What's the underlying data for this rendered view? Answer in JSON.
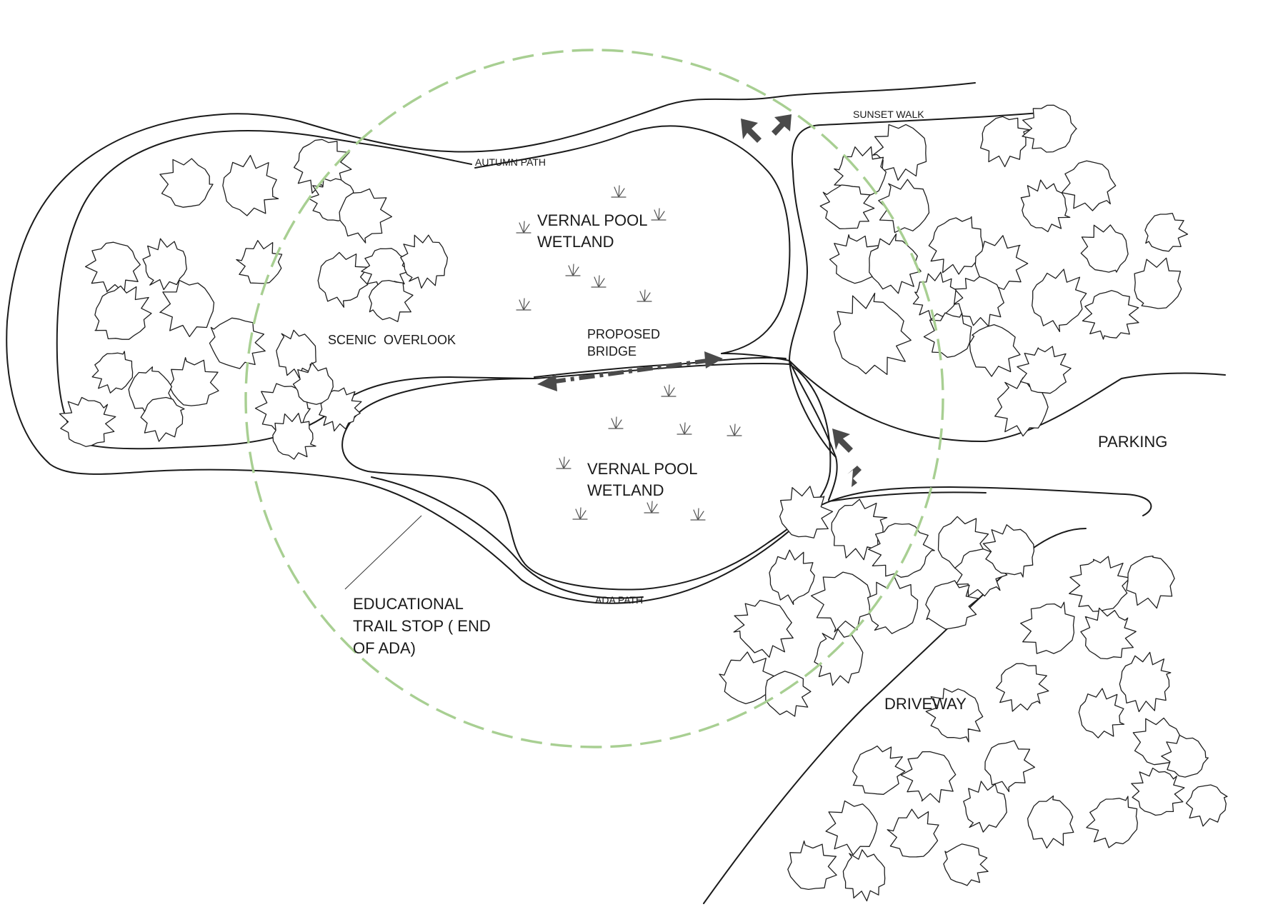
{
  "map": {
    "labels": {
      "vernal_pool_north_line1": "VERNAL POOL",
      "vernal_pool_north_line2": "WETLAND",
      "vernal_pool_south_line1": "VERNAL POOL",
      "vernal_pool_south_line2": "WETLAND",
      "scenic_overlook": "SCENIC  OVERLOOK",
      "proposed_bridge_line1": "PROPOSED",
      "proposed_bridge_line2": "BRIDGE",
      "educational_line1": "EDUCATIONAL",
      "educational_line2": "TRAIL STOP ( END",
      "educational_line3": "OF ADA)",
      "parking": "PARKING",
      "driveway": "DRIVEWAY",
      "autumn_path": "AUTUMN PATH",
      "sunset_walk": "SUNSET WALK",
      "ada_path": "ADA PATH"
    },
    "colors": {
      "study_area_circle": "#a8cf92",
      "bridge_and_arrows": "#4a4a4a",
      "linework": "#1a1a1a"
    },
    "symbols": {
      "tree": "tree-canopy-icon",
      "wetland_grass": "wetland-grass-icon",
      "circulation_arrow": "circulation-arrow-icon"
    }
  }
}
